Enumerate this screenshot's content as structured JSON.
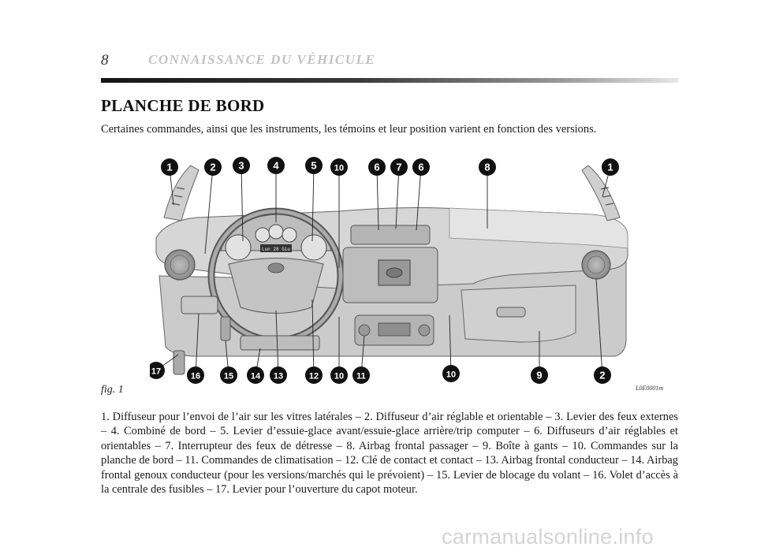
{
  "header": {
    "page_number": "8",
    "running_head": "CONNAISSANCE DU VÉHICULE"
  },
  "section": {
    "title": "PLANCHE DE BORD",
    "intro": "Certaines commandes, ainsi que les instruments, les témoins et leur position varient en fonction des versions."
  },
  "figure": {
    "caption": "fig. 1",
    "code": "L0E0001m",
    "display_text": "Lun 28 Giu",
    "callouts_top": [
      "1",
      "2",
      "3",
      "4",
      "5",
      "10",
      "6",
      "7",
      "6",
      "8",
      "1"
    ],
    "callouts_bottom": [
      "17",
      "16",
      "15",
      "14",
      "13",
      "12",
      "10",
      "11",
      "10",
      "9",
      "2"
    ]
  },
  "legend": {
    "text": "1. Diffuseur pour l’envoi de l’air sur les vitres latérales – 2. Diffuseur d’air réglable et orientable – 3. Levier des feux externes – 4. Combiné de bord – 5. Levier d’essuie-glace avant/essuie-glace arrière/trip computer – 6. Diffuseurs d’air réglables et orientables – 7. Interrupteur des feux de détresse – 8. Airbag frontal passager – 9. Boîte à gants – 10. Commandes sur la planche de bord – 11. Commandes de climatisation – 12. Clé de contact et contact – 13. Airbag frontal conducteur – 14. Airbag frontal genoux conducteur (pour les versions/marchés qui le prévoient) – 15. Levier de blocage du volant – 16. Volet d’accès à la centrale des fusibles – 17. Levier pour l’ouverture du capot moteur."
  },
  "watermark": "carmanualsonline.info"
}
